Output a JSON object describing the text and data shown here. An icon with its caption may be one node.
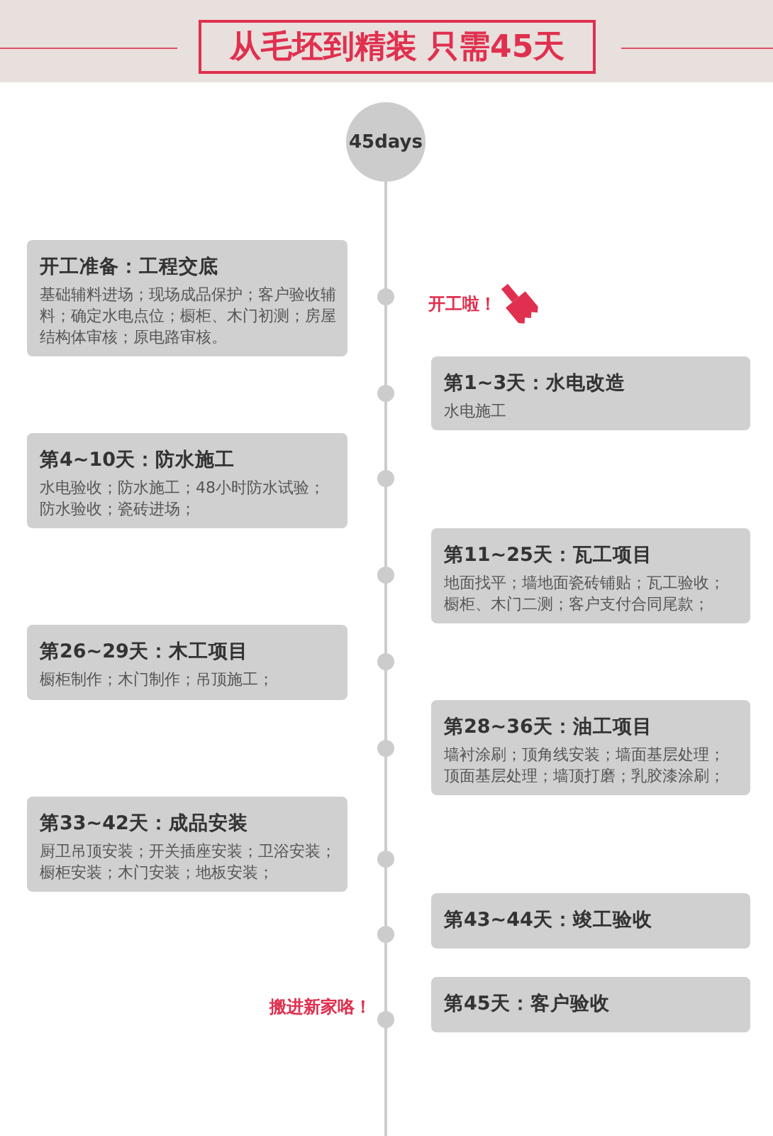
{
  "diagram": {
    "title": "从毛坯到精装 只需45天",
    "nodes": [
      {
        "text": [
          "45days"
        ]
      },
      {
        "text": [
          "开工准备：工程交底",
          "基础辅料进场；现场成品保护；客户验收辅料；确定水电点位；橱柜、木门初测；房屋结构体审核；原电路审核。"
        ]
      },
      {
        "text": [
          "第1~3天：水电改造",
          "水电施工"
        ]
      },
      {
        "text": [
          "第4~10天：防水施工",
          "水电验收；防水施工；48小时防水试验；防水验收；瓷砖进场；"
        ]
      },
      {
        "text": [
          "第11~25天：瓦工项目",
          "地面找平；墙地面瓷砖铺贴；瓦工验收；橱柜、木门二测；客户支付合同尾款；"
        ]
      },
      {
        "text": [
          "第26~29天：木工项目",
          "橱柜制作；木门制作；吊顶施工；"
        ]
      },
      {
        "text": [
          "第28~36天：油工项目",
          "墙衬涂刷；顶角线安装；墙面基层处理；顶面基层处理；墙顶打磨；乳胶漆涂刷；"
        ]
      },
      {
        "text": [
          "第33~42天：成品安装",
          "厨卫吊顶安装；开关插座安装；卫浴安装；橱柜安装；木门安装；地板安装；"
        ]
      },
      {
        "text": [
          "第43~44天：竣工验收"
        ]
      },
      {
        "text": [
          "第45天：客户验收"
        ]
      }
    ],
    "labels": [
      "开工啦！",
      "搬进新家咯！"
    ]
  }
}
